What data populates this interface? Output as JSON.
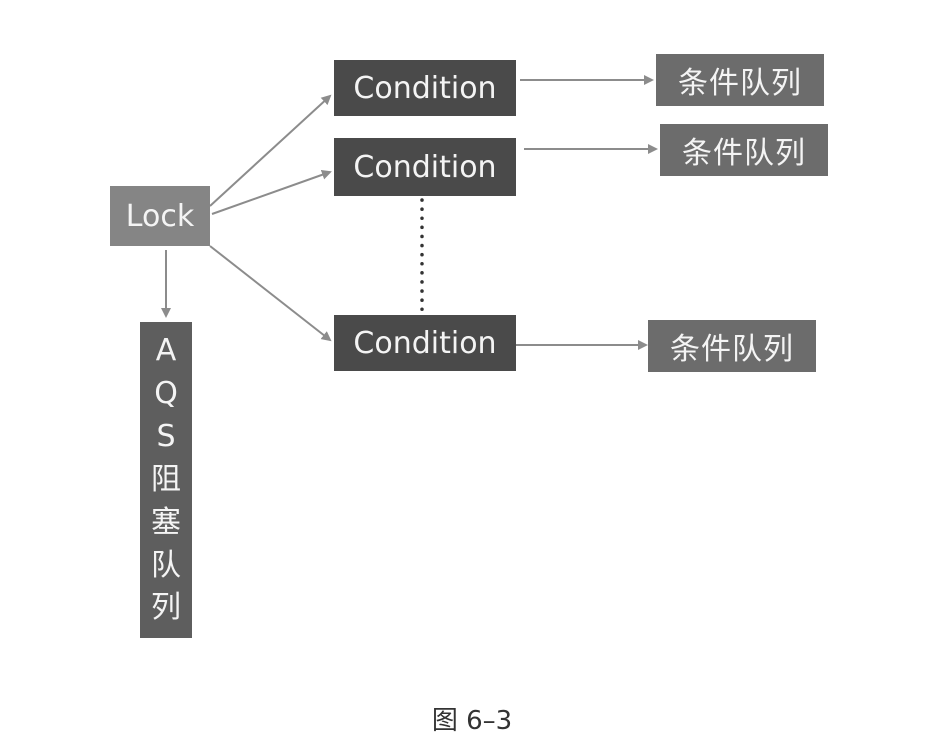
{
  "lock": {
    "label": "Lock"
  },
  "conditions": [
    {
      "label": "Condition",
      "queue": "条件队列"
    },
    {
      "label": "Condition",
      "queue": "条件队列"
    },
    {
      "label": "Condition",
      "queue": "条件队列"
    }
  ],
  "aqs_queue": {
    "chars": [
      "A",
      "Q",
      "S",
      "阻",
      "塞",
      "队",
      "列"
    ]
  },
  "caption": "图 6–3",
  "colors": {
    "lock_box": "#858585",
    "condition_box": "#4a4a4a",
    "queue_box": "#6c6c6c",
    "aqs_box": "#5e5e5e",
    "arrow": "#8c8c8c"
  }
}
